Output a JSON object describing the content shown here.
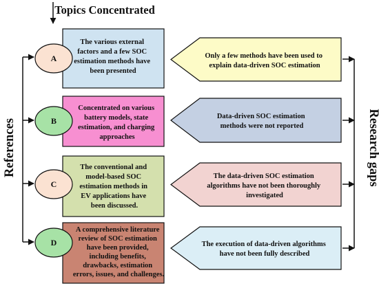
{
  "title": "Topics Concentrated",
  "left_label": "References",
  "right_label": "Research gaps",
  "colors": {
    "box_a": "#cfe3f1",
    "box_b": "#f78fd1",
    "box_c": "#d4e0ad",
    "box_d": "#c98472",
    "circle_a": "#fbe2d2",
    "circle_b": "#a7e2a6",
    "circle_c": "#fbe2d2",
    "circle_d": "#a7e2a6",
    "gap_a": "#fdfbc7",
    "gap_b": "#c4d0e3",
    "gap_c": "#f2d3d1",
    "gap_d": "#dbeef6",
    "line": "#111111"
  },
  "rows": [
    {
      "letter": "A",
      "topic_lines": [
        "The various external",
        "factors and a few SOC",
        "estimation methods have",
        "been presented"
      ],
      "gap_lines": [
        "Only a few methods have been used to",
        "explain data-driven SOC estimation"
      ]
    },
    {
      "letter": "B",
      "topic_lines": [
        "Concentrated on various",
        "battery models, state",
        "estimation, and charging",
        "approaches"
      ],
      "gap_lines": [
        "Data-driven SOC estimation",
        "methods were not reported"
      ]
    },
    {
      "letter": "C",
      "topic_lines": [
        "The conventional and",
        "model-based SOC",
        "estimation methods in",
        "EV applications have",
        "been discussed."
      ],
      "gap_lines": [
        "The data-driven SOC estimation",
        "algorithms have not been thoroughly",
        "investigated"
      ]
    },
    {
      "letter": "D",
      "topic_lines": [
        "A comprehensive literature",
        "review of SOC estimation",
        "have been provided,",
        "including benefits,",
        "drawbacks, estimation",
        "errors, issues, and challenges."
      ],
      "gap_lines": [
        "The execution of data-driven algorithms",
        "have not been fully described"
      ]
    }
  ]
}
